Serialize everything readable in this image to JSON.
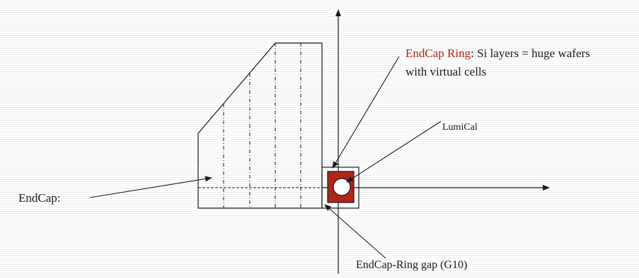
{
  "labels": {
    "endcap_ring_title": "EndCap Ring",
    "endcap_ring_text_line1": ": Si layers = huge wafers",
    "endcap_ring_text_line2": "with virtual cells",
    "lumical": "LumiCal",
    "endcap": "EndCap:",
    "gap": "EndCap-Ring gap (G10)"
  },
  "colors": {
    "ring_fill": "#b22418",
    "ring_title": "#b22418",
    "lines": "#1a1a1a"
  }
}
